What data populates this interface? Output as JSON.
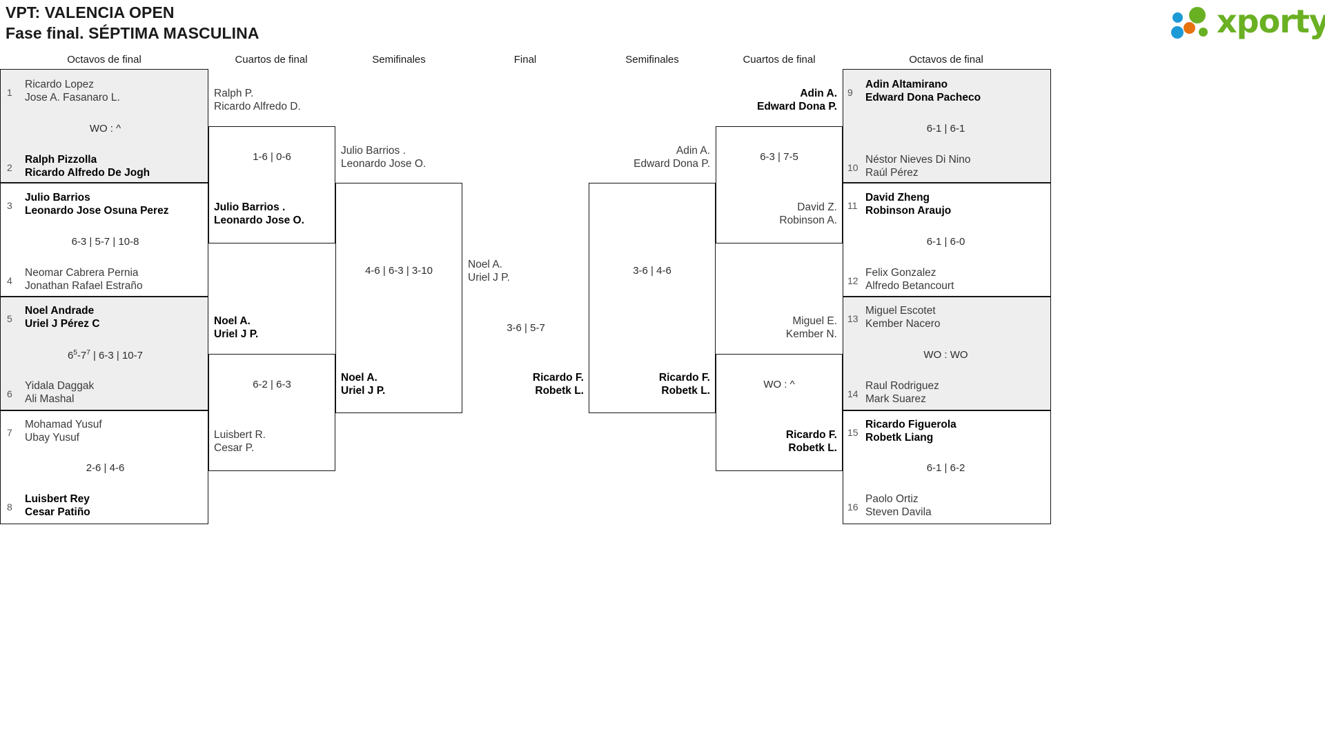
{
  "header": {
    "title": "VPT: VALENCIA OPEN",
    "subtitle": "Fase final. SÉPTIMA MASCULINA"
  },
  "logo": {
    "wordmark": "xporty",
    "colors": {
      "green": "#6ab023",
      "blue": "#1b9ad6",
      "orange": "#e8720c"
    }
  },
  "captions": {
    "left_r16": "Octavos de final",
    "left_qf": "Cuartos de final",
    "left_sf": "Semifinales",
    "final": "Final",
    "right_sf": "Semifinales",
    "right_qf": "Cuartos de final",
    "right_r16": "Octavos de final"
  },
  "left_r16": {
    "slots": [
      {
        "seed": "1",
        "p1": "Ricardo Lopez",
        "p2": "Jose A. Fasanaro L.",
        "winner": false
      },
      {
        "seed": "2",
        "p1": "Ralph Pizzolla",
        "p2": "Ricardo Alfredo De Jogh",
        "winner": true
      },
      {
        "seed": "3",
        "p1": "Julio Barrios",
        "p2": "Leonardo Jose Osuna Perez",
        "winner": true
      },
      {
        "seed": "4",
        "p1": "Neomar Cabrera Pernia",
        "p2": "Jonathan Rafael Estraño",
        "winner": false
      },
      {
        "seed": "5",
        "p1": "Noel Andrade",
        "p2": "Uriel J Pérez C",
        "winner": true
      },
      {
        "seed": "6",
        "p1": "Yidala Daggak",
        "p2": "Ali Mashal",
        "winner": false
      },
      {
        "seed": "7",
        "p1": "Mohamad Yusuf",
        "p2": "Ubay Yusuf",
        "winner": false
      },
      {
        "seed": "8",
        "p1": "Luisbert Rey",
        "p2": "Cesar Patiño",
        "winner": true
      }
    ],
    "scores": [
      {
        "plain": "WO : ^",
        "html": "WO : ^"
      },
      {
        "plain": "6-3 | 5-7 | 10-8",
        "html": "6-3 | 5-7 | 10-8"
      },
      {
        "plain": "6(5)-7(7) | 6-3 | 10-7",
        "html": "6<sup>5</sup>-7<sup>7</sup> | 6-3 | 10-7"
      },
      {
        "plain": "2-6 | 4-6",
        "html": "2-6 | 4-6"
      }
    ]
  },
  "left_qf": {
    "entries": [
      {
        "p1": "Ralph P.",
        "p2": "Ricardo Alfredo D.",
        "winner": false
      },
      {
        "p1": "Julio Barrios .",
        "p2": "Leonardo Jose O.",
        "winner": true
      },
      {
        "p1": "Noel A.",
        "p2": "Uriel J P.",
        "winner": true
      },
      {
        "p1": "Luisbert R.",
        "p2": "Cesar P.",
        "winner": false
      }
    ],
    "scores": [
      {
        "plain": "1-6 | 0-6",
        "html": "1-6 | 0-6"
      },
      {
        "plain": "6-2 | 6-3",
        "html": "6-2 | 6-3"
      }
    ]
  },
  "left_sf": {
    "entries": [
      {
        "p1": "Julio Barrios .",
        "p2": "Leonardo Jose O.",
        "winner": false
      },
      {
        "p1": "Noel A.",
        "p2": "Uriel J P.",
        "winner": true
      }
    ],
    "scores": [
      {
        "plain": "4-6 | 6-3 | 3-10",
        "html": "4-6 | 6-3 | 3-10"
      }
    ]
  },
  "final": {
    "entries": [
      {
        "p1": "Noel A.",
        "p2": "Uriel J P.",
        "winner": false,
        "side": "left"
      },
      {
        "p1": "Ricardo F.",
        "p2": "Robetk L.",
        "winner": true,
        "side": "left"
      }
    ],
    "scores": [
      {
        "plain": "3-6 | 5-7",
        "html": "3-6 | 5-7"
      }
    ]
  },
  "right_sf": {
    "entries": [
      {
        "p1": "Adin A.",
        "p2": "Edward Dona P.",
        "winner": false
      },
      {
        "p1": "Ricardo F.",
        "p2": "Robetk L.",
        "winner": true
      }
    ],
    "scores": [
      {
        "plain": "3-6 | 4-6",
        "html": "3-6 | 4-6"
      }
    ]
  },
  "right_qf": {
    "entries": [
      {
        "p1": "Adin A.",
        "p2": "Edward Dona P.",
        "winner": true
      },
      {
        "p1": "David Z.",
        "p2": "Robinson A.",
        "winner": false
      },
      {
        "p1": "Miguel E.",
        "p2": "Kember N.",
        "winner": false
      },
      {
        "p1": "Ricardo F.",
        "p2": "Robetk L.",
        "winner": true
      }
    ],
    "scores": [
      {
        "plain": "6-3 | 7-5",
        "html": "6-3 | 7-5"
      },
      {
        "plain": "WO : ^",
        "html": "WO : ^"
      }
    ]
  },
  "right_r16": {
    "slots": [
      {
        "seed": "9",
        "p1": "Adin Altamirano",
        "p2": "Edward Dona Pacheco",
        "winner": true
      },
      {
        "seed": "10",
        "p1": "Néstor Nieves Di Nino",
        "p2": "Raúl Pérez",
        "winner": false
      },
      {
        "seed": "11",
        "p1": "David Zheng",
        "p2": "Robinson Araujo",
        "winner": true
      },
      {
        "seed": "12",
        "p1": "Felix Gonzalez",
        "p2": "Alfredo Betancourt",
        "winner": false
      },
      {
        "seed": "13",
        "p1": "Miguel Escotet",
        "p2": "Kember Nacero",
        "winner": false
      },
      {
        "seed": "14",
        "p1": "Raul Rodriguez",
        "p2": "Mark Suarez",
        "winner": false
      },
      {
        "seed": "15",
        "p1": "Ricardo Figuerola",
        "p2": "Robetk Liang",
        "winner": true
      },
      {
        "seed": "16",
        "p1": "Paolo Ortiz",
        "p2": "Steven Davila",
        "winner": false
      }
    ],
    "scores": [
      {
        "plain": "6-1 | 6-1",
        "html": "6-1 | 6-1"
      },
      {
        "plain": "6-1 | 6-0",
        "html": "6-1 | 6-0"
      },
      {
        "plain": "WO : WO",
        "html": "WO : WO"
      },
      {
        "plain": "6-1 | 6-2",
        "html": "6-1 | 6-2"
      }
    ]
  }
}
